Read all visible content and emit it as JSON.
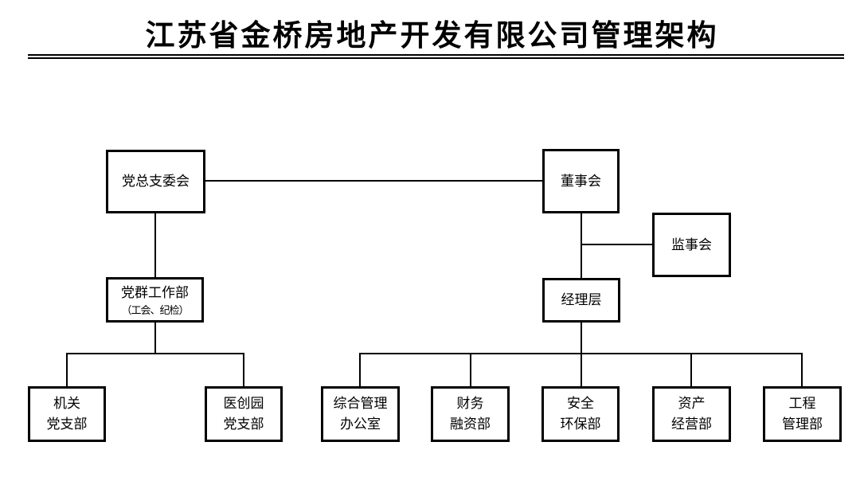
{
  "title": "江苏省金桥房地产开发有限公司管理架构",
  "colors": {
    "line": "#000000",
    "background": "#ffffff",
    "text": "#000000"
  },
  "nodes": {
    "party_committee": {
      "lines": [
        "党总支委会"
      ]
    },
    "board": {
      "lines": [
        "董事会"
      ]
    },
    "supervisory": {
      "lines": [
        "监事会"
      ]
    },
    "party_work_dept": {
      "lines": [
        "党群工作部"
      ],
      "sub": "（工会、纪检）"
    },
    "management": {
      "lines": [
        "经理层"
      ]
    },
    "org_party_branch": {
      "lines": [
        "机关",
        "党支部"
      ]
    },
    "yichuangyuan_party_branch": {
      "lines": [
        "医创园",
        "党支部"
      ]
    },
    "general_admin_office": {
      "lines": [
        "综合管理",
        "办公室"
      ]
    },
    "finance_dept": {
      "lines": [
        "财务",
        "融资部"
      ]
    },
    "safety_env_dept": {
      "lines": [
        "安全",
        "环保部"
      ]
    },
    "asset_mgmt_dept": {
      "lines": [
        "资产",
        "经营部"
      ]
    },
    "engineering_dept": {
      "lines": [
        "工程",
        "管理部"
      ]
    }
  }
}
